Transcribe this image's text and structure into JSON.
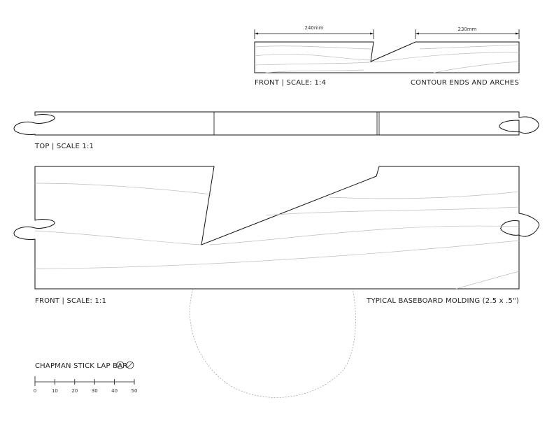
{
  "dimensions": {
    "left": "240mm",
    "right": "230mm"
  },
  "labels": {
    "front_small": "FRONT | SCALE: 1:4",
    "contour_note": "CONTOUR ENDS AND ARCHES",
    "top": "TOP | SCALE 1:1",
    "front_large": "FRONT | SCALE: 1:1",
    "molding_note": "TYPICAL BASEBOARD MOLDING (2.5 x .5\")"
  },
  "title_block": {
    "title": "CHAPMAN STICK LAP BAR",
    "icons": [
      "cc-icon",
      "no-sign-icon"
    ]
  },
  "scale_bar": {
    "ticks": [
      "0",
      "10",
      "20",
      "30",
      "40",
      "50"
    ]
  }
}
